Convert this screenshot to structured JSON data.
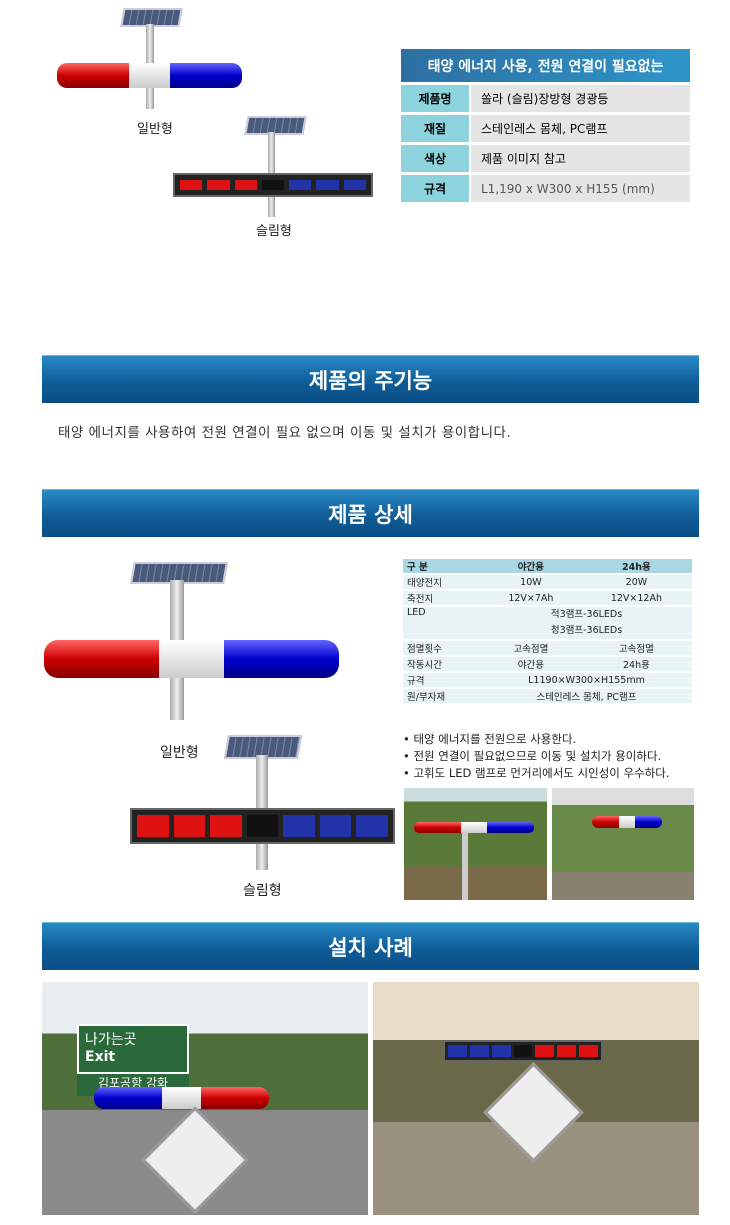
{
  "top": {
    "caption_standard": "일반형",
    "caption_slim": "슬림형"
  },
  "spec": {
    "title": "태양 에너지 사용, 전원 연결이 필요없는",
    "rows": [
      {
        "k": "제품명",
        "v": "쏠라 (슬림)장방형 경광등"
      },
      {
        "k": "재질",
        "v": "스테인레스 몸체, PC램프"
      },
      {
        "k": "색상",
        "v": "제품 이미지 참고"
      },
      {
        "k": "규격",
        "v": "L1,190 x W300 x H155 (mm)"
      }
    ]
  },
  "section1": {
    "title": "제품의 주기능",
    "text": "태양 에너지를 사용하여 전원 연결이 필요 없으며 이동 및 설치가 용이합니다."
  },
  "section2": {
    "title": "제품 상세",
    "caption_standard": "일반형",
    "caption_slim": "슬림형",
    "table": {
      "header": [
        "구 분",
        "야간용",
        "24h용"
      ],
      "solar": [
        "태양전지",
        "10W",
        "20W"
      ],
      "battery": [
        "축전지",
        "12V×7Ah",
        "12V×12Ah"
      ],
      "led": [
        "LED",
        "적3램프-36LEDs",
        "청3램프-36LEDs"
      ],
      "flash": [
        "점멸횟수",
        "고속점멸",
        "고속점멸"
      ],
      "time": [
        "작동시간",
        "야간용",
        "24h용"
      ],
      "size": [
        "규격",
        "L1190×W300×H155mm"
      ],
      "material": [
        "원/부자재",
        "스테인레스 몸체, PC램프"
      ]
    },
    "bullets": [
      "• 태양 에너지를 전원으로 사용한다.",
      "• 전원 연결이 필요없으므로 이동 및 설치가 용이하다.",
      "• 고휘도 LED 램프로 먼거리에서도 시인성이 우수하다."
    ]
  },
  "section3": {
    "title": "설치 사례",
    "sign_exit": "나가는곳",
    "sign_exit_en": "Exit",
    "sign_dest": "김포공항 강화"
  }
}
